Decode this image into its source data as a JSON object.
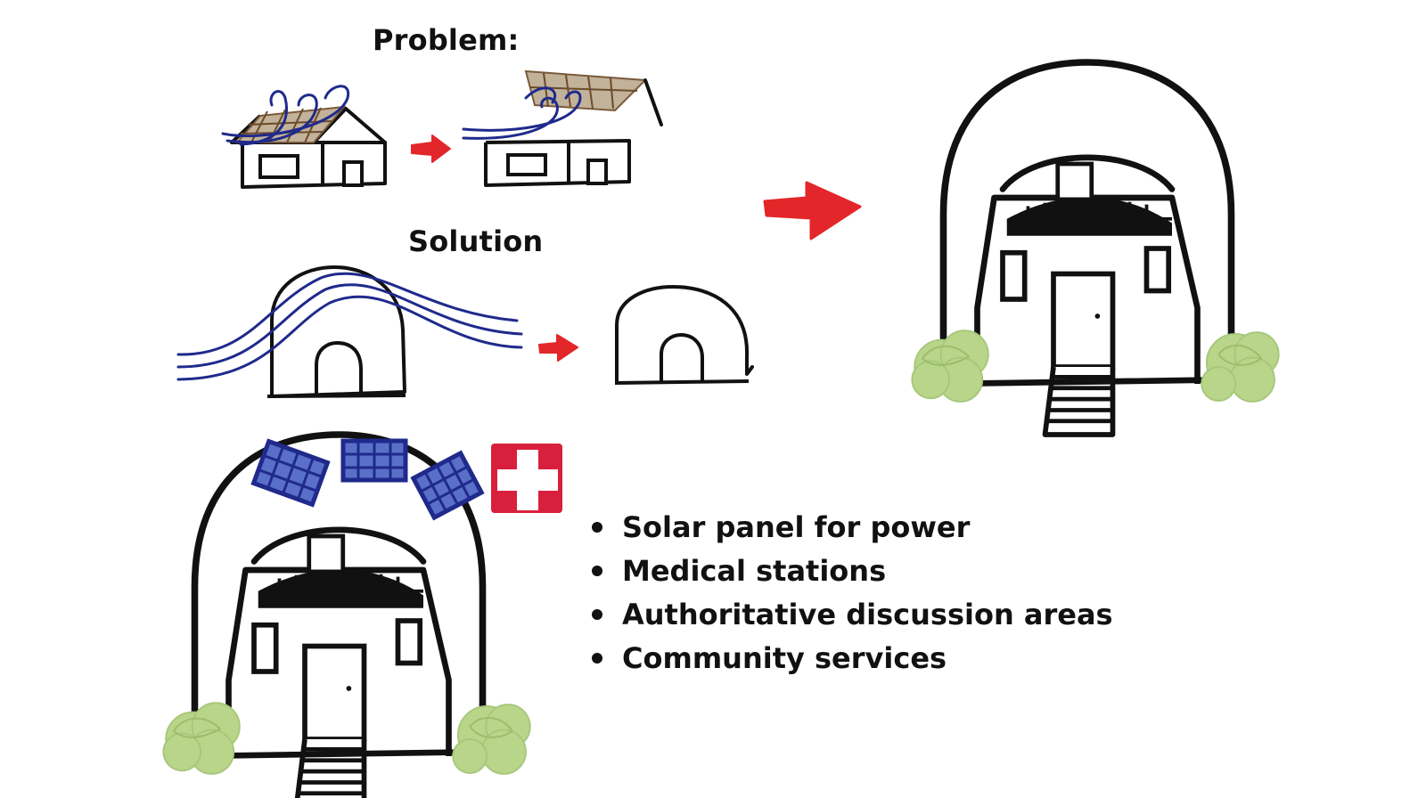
{
  "headings": {
    "problem": "Problem:",
    "solution": "Solution"
  },
  "features": [
    "Solar panel for power",
    "Medical stations",
    "Authoritative discussion areas",
    "Community services"
  ],
  "colors": {
    "ink": "#111111",
    "wind": "#1f2a8c",
    "arrow": "#e3262a",
    "roof": "#c2b29a",
    "bush": "#b9d58a",
    "solar": "#2d3fa0",
    "medical": "#d8203d"
  },
  "icons": [
    "house-icon",
    "wind-icon",
    "arrow-icon",
    "dome-shelter-icon",
    "bush-icon",
    "solar-panel-icon",
    "medical-cross-icon"
  ]
}
